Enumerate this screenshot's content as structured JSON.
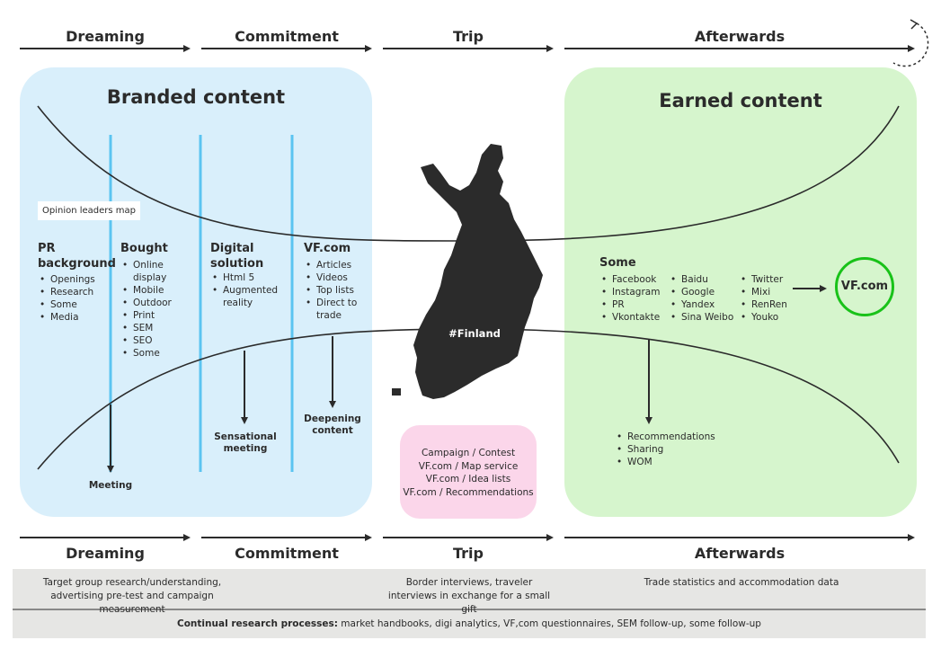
{
  "phases_top": [
    "Dreaming",
    "Commitment",
    "Trip",
    "Afterwards"
  ],
  "phases_bottom": [
    "Dreaming",
    "Commitment",
    "Trip",
    "Afterwards"
  ],
  "branded": {
    "title": "Branded content",
    "opinion_tag": "Opinion leaders map",
    "columns": [
      {
        "head": "PR background",
        "items": [
          "Openings",
          "Research",
          "Some",
          "Media"
        ]
      },
      {
        "head": "Bought",
        "items": [
          "Online display",
          "Mobile",
          "Outdoor",
          "Print",
          "SEM",
          "SEO",
          "Some"
        ]
      },
      {
        "head": "Digital solution",
        "items": [
          "Html 5",
          "Augmented reality"
        ]
      },
      {
        "head": "VF.com",
        "items": [
          "Articles",
          "Videos",
          "Top lists",
          "Direct to trade"
        ]
      }
    ],
    "callouts": {
      "meeting": "Meeting",
      "sensational": "Sensational meeting",
      "deepening": "Deepening content"
    }
  },
  "center": {
    "finland_tag": "#Finland",
    "trip_box_lines": [
      "Campaign / Contest",
      "VF.com / Map service",
      "VF.com / Idea lists",
      "VF.com / Recommendations"
    ]
  },
  "earned": {
    "title": "Earned content",
    "some_head": "Some",
    "some_cols": [
      [
        "Facebook",
        "Instagram",
        "PR",
        "Vkontakte"
      ],
      [
        "Baidu",
        "Google",
        "Yandex",
        "Sina Weibo"
      ],
      [
        "Twitter",
        "Mixi",
        "RenRen",
        "Youko"
      ]
    ],
    "vf_target": "VF.com",
    "outcomes": [
      "Recommendations",
      "Sharing",
      "WOM"
    ]
  },
  "research": {
    "dreaming": "Target group research/understanding, advertising pre-test and campaign measurement",
    "trip": "Border interviews, traveler interviews in exchange for a small gift",
    "afterwards": "Trade statistics and accommodation data",
    "continual_label": "Continual research processes:",
    "continual_text": " market handbooks, digi analytics, VF,com questionnaires, SEM follow-up, some follow-up"
  },
  "colors": {
    "branded_bg": "#d9effb",
    "earned_bg": "#d6f5cd",
    "trip_bg": "#fbd6ea",
    "accent_blue": "#5bc4f1",
    "vf_green": "#19c219"
  }
}
